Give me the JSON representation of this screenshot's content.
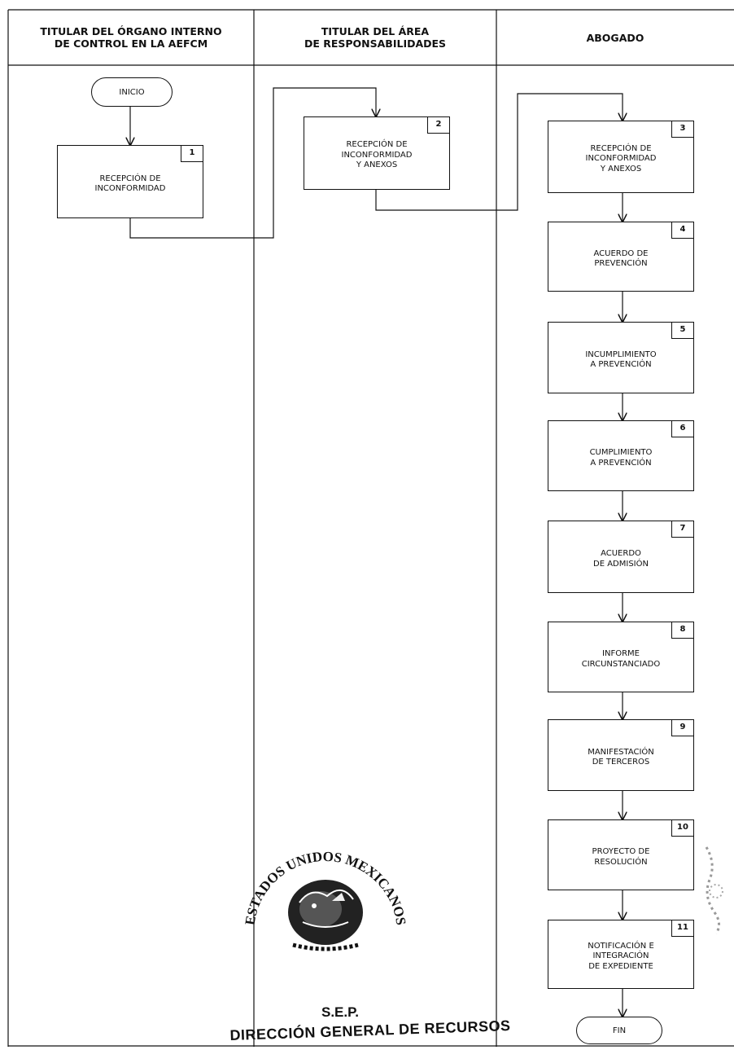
{
  "lanes": [
    {
      "title_1": "TITULAR DEL ÓRGANO INTERNO",
      "title_2": "DE CONTROL EN LA AEFCM"
    },
    {
      "title_1": "TITULAR DEL ÁREA",
      "title_2": "DE RESPONSABILIDADES"
    },
    {
      "title_1": "ABOGADO",
      "title_2": ""
    }
  ],
  "start_label": "INICIO",
  "end_label": "FIN",
  "steps": [
    {
      "num": "1",
      "line_1": "RECEPCIÓN DE",
      "line_2": "INCONFORMIDAD",
      "line_3": ""
    },
    {
      "num": "2",
      "line_1": "RECEPCIÓN DE",
      "line_2": "INCONFORMIDAD",
      "line_3": "Y ANEXOS"
    },
    {
      "num": "3",
      "line_1": "RECEPCIÓN DE",
      "line_2": "INCONFORMIDAD",
      "line_3": "Y ANEXOS"
    },
    {
      "num": "4",
      "line_1": "ACUERDO DE",
      "line_2": "PREVENCIÓN",
      "line_3": ""
    },
    {
      "num": "5",
      "line_1": "INCUMPLIMIENTO",
      "line_2": "A PREVENCIÓN",
      "line_3": ""
    },
    {
      "num": "6",
      "line_1": "CUMPLIMIENTO",
      "line_2": "A PREVENCIÓN",
      "line_3": ""
    },
    {
      "num": "7",
      "line_1": "ACUERDO",
      "line_2": "DE ADMISIÓN",
      "line_3": ""
    },
    {
      "num": "8",
      "line_1": "INFORME",
      "line_2": "CIRCUNSTANCIADO",
      "line_3": ""
    },
    {
      "num": "9",
      "line_1": "MANIFESTACIÓN",
      "line_2": "DE TERCEROS",
      "line_3": ""
    },
    {
      "num": "10",
      "line_1": "PROYECTO DE",
      "line_2": "RESOLUCIÓN",
      "line_3": ""
    },
    {
      "num": "11",
      "line_1": "NOTIFICACIÓN E",
      "line_2": "INTEGRACIÓN",
      "line_3": "DE EXPEDIENTE"
    }
  ],
  "seal": {
    "ring_text": "ESTADOS UNIDOS MEXICANOS",
    "abbrev": "S.E.P.",
    "office": "DIRECCIÓN GENERAL DE RECURSOS"
  }
}
